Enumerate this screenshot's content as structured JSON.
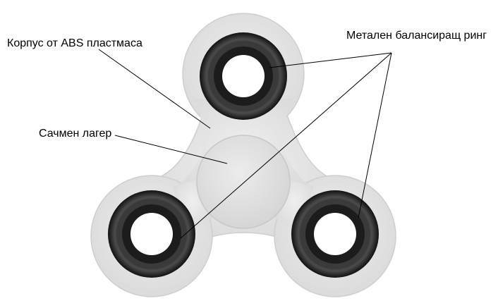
{
  "labels": {
    "body": "Корпус от ABS пластмаса",
    "bearing": "Сачмен лагер",
    "ring": "Метален балансиращ ринг"
  },
  "colors": {
    "frame_fill": "#e8e8e8",
    "frame_edge": "#cfcfcf",
    "ring_dark": "#1a1a1a",
    "ring_mid": "#5a5a5a",
    "bearing_cap": "#e4e4e4",
    "leader_line": "#000000"
  }
}
